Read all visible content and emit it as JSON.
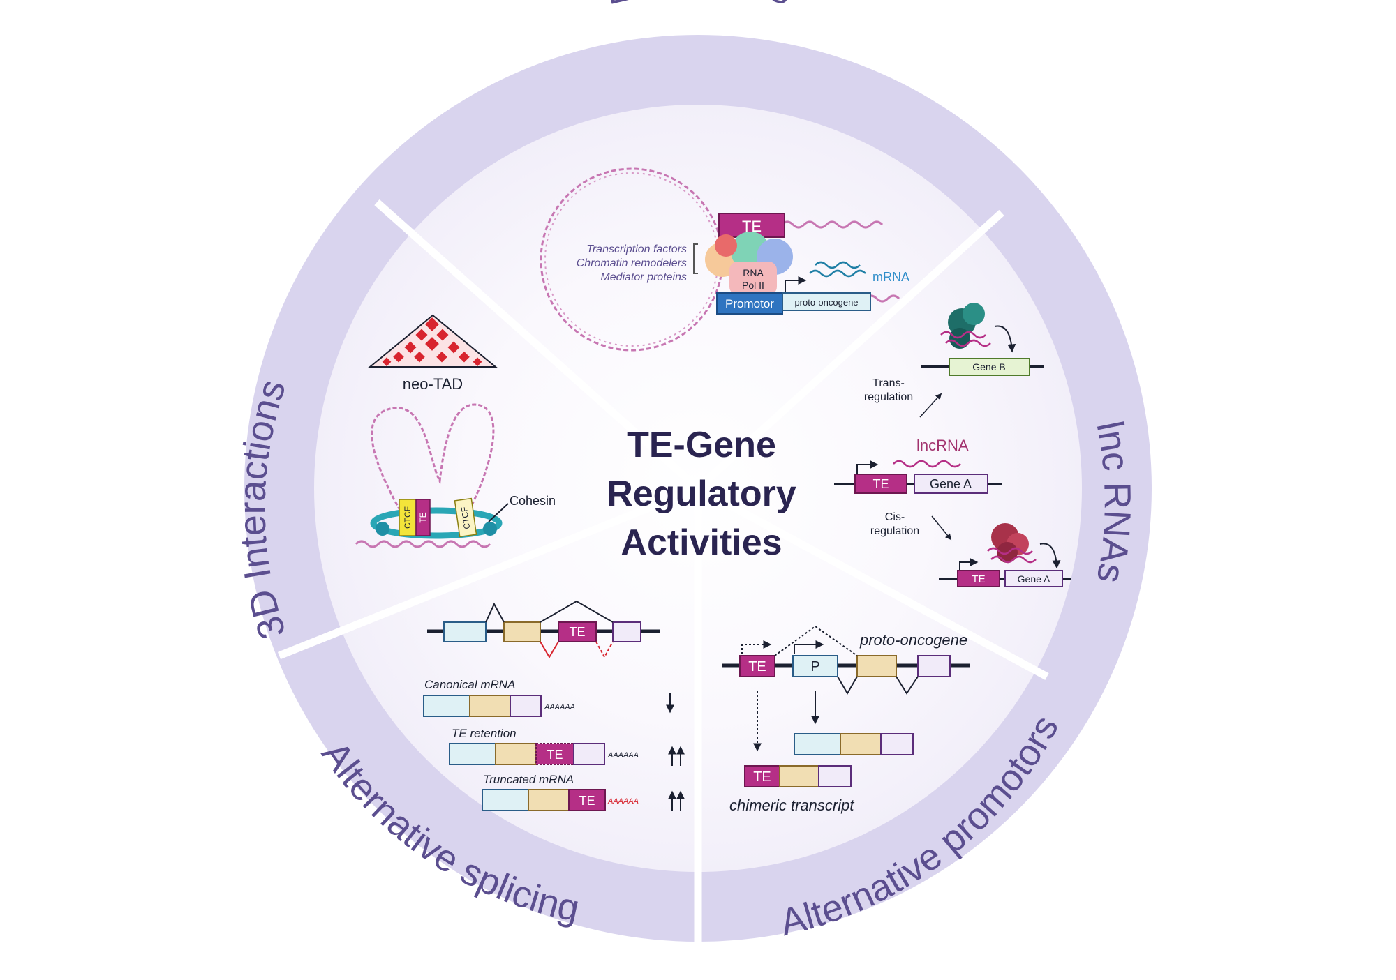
{
  "center": {
    "line1": "TE-Gene",
    "line2": "Regulatory",
    "line3": "Activities"
  },
  "sections": {
    "enhancers": "Enhancers",
    "lncrnas": "lnc RNAs",
    "alt_promotors": "Alternative promotors",
    "alt_splicing": "Alternative splicing",
    "interactions_3d": "3D Interactions"
  },
  "enhancer": {
    "te": "TE",
    "factors": [
      "Transcription factors",
      "Chromatin remodelers",
      "Mediator proteins"
    ],
    "rna_pol1": "RNA",
    "rna_pol2": "Pol II",
    "promotor": "Promotor",
    "gene": "proto-oncogene",
    "mrna": "mRNA"
  },
  "tad": {
    "title": "neo-TAD",
    "ctcf": "CTCF",
    "te": "TE",
    "cohesin": "Cohesin"
  },
  "lnc": {
    "gene_b": "Gene B",
    "trans1": "Trans-",
    "trans2": "regulation",
    "lncrna": "lncRNA",
    "te": "TE",
    "gene_a": "Gene A",
    "cis1": "Cis-",
    "cis2": "regulation"
  },
  "splicing": {
    "te": "TE",
    "canonical": "Canonical mRNA",
    "retention": "TE retention",
    "truncated": "Truncated mRNA",
    "polya": "AAAAAA"
  },
  "promoters": {
    "gene": "proto-oncogene",
    "te": "TE",
    "p": "P",
    "chimeric": "chimeric transcript"
  },
  "colors": {
    "ring": "#d9d4ee",
    "inner": "#f6f4fb",
    "label": "#5b4e8f",
    "te": "#b52f86",
    "dna": "#c776b2",
    "exon_blue": "#dff1f5",
    "exon_tan": "#f1deb3",
    "exon_lav": "#f1ebf9"
  }
}
